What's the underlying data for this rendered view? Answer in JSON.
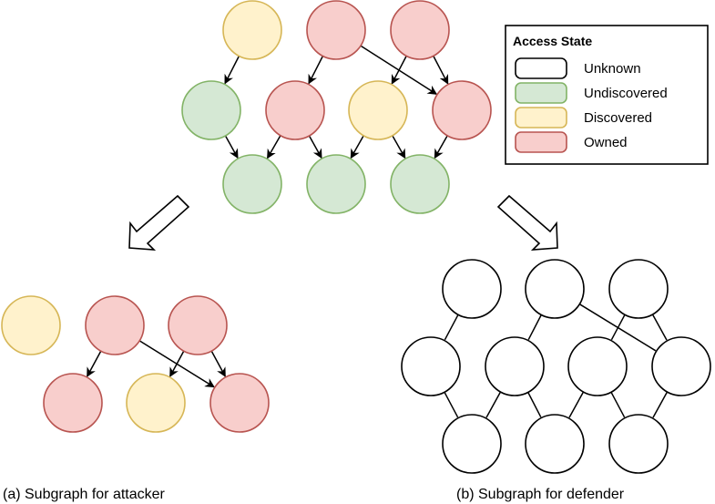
{
  "legend": {
    "title": "Access State",
    "items": [
      {
        "key": "unknown",
        "label": "Unknown"
      },
      {
        "key": "undiscovered",
        "label": "Undiscovered"
      },
      {
        "key": "discovered",
        "label": "Discovered"
      },
      {
        "key": "owned",
        "label": "Owned"
      }
    ]
  },
  "states": {
    "unknown": {
      "fill": "#ffffff",
      "stroke": "#000000"
    },
    "undiscovered": {
      "fill": "#d5e8d4",
      "stroke": "#82b366"
    },
    "discovered": {
      "fill": "#fff2cc",
      "stroke": "#d6b656"
    },
    "owned": {
      "fill": "#f8cecc",
      "stroke": "#b85450"
    }
  },
  "captions": {
    "attacker": "(a) Subgraph for attacker",
    "defender": "(b) Subgraph for defender"
  },
  "graphs": {
    "full": {
      "nodes": [
        {
          "id": "a1",
          "state": "discovered"
        },
        {
          "id": "a2",
          "state": "owned"
        },
        {
          "id": "a3",
          "state": "owned"
        },
        {
          "id": "b1",
          "state": "undiscovered"
        },
        {
          "id": "b2",
          "state": "owned"
        },
        {
          "id": "b3",
          "state": "discovered"
        },
        {
          "id": "b4",
          "state": "owned"
        },
        {
          "id": "c1",
          "state": "undiscovered"
        },
        {
          "id": "c2",
          "state": "undiscovered"
        },
        {
          "id": "c3",
          "state": "undiscovered"
        }
      ],
      "edges": [
        [
          "a1",
          "b1"
        ],
        [
          "a2",
          "b2"
        ],
        [
          "a2",
          "b4"
        ],
        [
          "a3",
          "b3"
        ],
        [
          "a3",
          "b4"
        ],
        [
          "b1",
          "c1"
        ],
        [
          "b2",
          "c1"
        ],
        [
          "b2",
          "c2"
        ],
        [
          "b3",
          "c2"
        ],
        [
          "b3",
          "c3"
        ],
        [
          "b4",
          "c3"
        ]
      ]
    },
    "attacker": {
      "nodes": [
        {
          "id": "a1",
          "state": "discovered"
        },
        {
          "id": "a2",
          "state": "owned"
        },
        {
          "id": "a3",
          "state": "owned"
        },
        {
          "id": "b2",
          "state": "owned"
        },
        {
          "id": "b3",
          "state": "discovered"
        },
        {
          "id": "b4",
          "state": "owned"
        }
      ],
      "edges": [
        [
          "a2",
          "b2"
        ],
        [
          "a2",
          "b4"
        ],
        [
          "a3",
          "b3"
        ],
        [
          "a3",
          "b4"
        ]
      ]
    },
    "defender": {
      "nodes": [
        {
          "id": "a1",
          "state": "unknown"
        },
        {
          "id": "a2",
          "state": "unknown"
        },
        {
          "id": "a3",
          "state": "unknown"
        },
        {
          "id": "b1",
          "state": "unknown"
        },
        {
          "id": "b2",
          "state": "unknown"
        },
        {
          "id": "b3",
          "state": "unknown"
        },
        {
          "id": "b4",
          "state": "unknown"
        },
        {
          "id": "c1",
          "state": "unknown"
        },
        {
          "id": "c2",
          "state": "unknown"
        },
        {
          "id": "c3",
          "state": "unknown"
        }
      ],
      "edges": [
        [
          "a1",
          "b1"
        ],
        [
          "a2",
          "b2"
        ],
        [
          "a2",
          "b4"
        ],
        [
          "a3",
          "b3"
        ],
        [
          "a3",
          "b4"
        ],
        [
          "b1",
          "c1"
        ],
        [
          "b2",
          "c1"
        ],
        [
          "b2",
          "c2"
        ],
        [
          "b3",
          "c2"
        ],
        [
          "b3",
          "c3"
        ],
        [
          "b4",
          "c3"
        ]
      ]
    }
  }
}
